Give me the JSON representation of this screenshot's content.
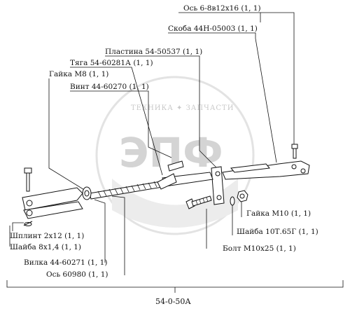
{
  "watermark": {
    "top_text": "ТЕХНИКА ✦ ЗАПЧАСТИ",
    "big_text": "ЭПФ"
  },
  "labels": {
    "os_6": "Ось 6-8в12х16 (1, 1)",
    "skoba": "Скоба 44Н-05003 (1, 1)",
    "plastina": "Пластина 54-50537 (1, 1)",
    "tyaga": "Тяга 54-60281А (1, 1)",
    "gaika_m8": "Гайка М8 (1, 1)",
    "vint": "Винт 44-60270 (1, 1)",
    "gaika_m10": "Гайка М10 (1, 1)",
    "shaiba_10t": "Шайба 10Т.65Г (1, 1)",
    "bolt": "Болт М10х25 (1, 1)",
    "shplint": "Шплинт 2х12 (1, 1)",
    "shaiba_8x1": "Шайба 8х1,4 (1, 1)",
    "vilka": "Вилка 44-60271 (1, 1)",
    "os_60980": "Ось 60980 (1, 1)"
  },
  "assembly_code": "54-0-50А"
}
